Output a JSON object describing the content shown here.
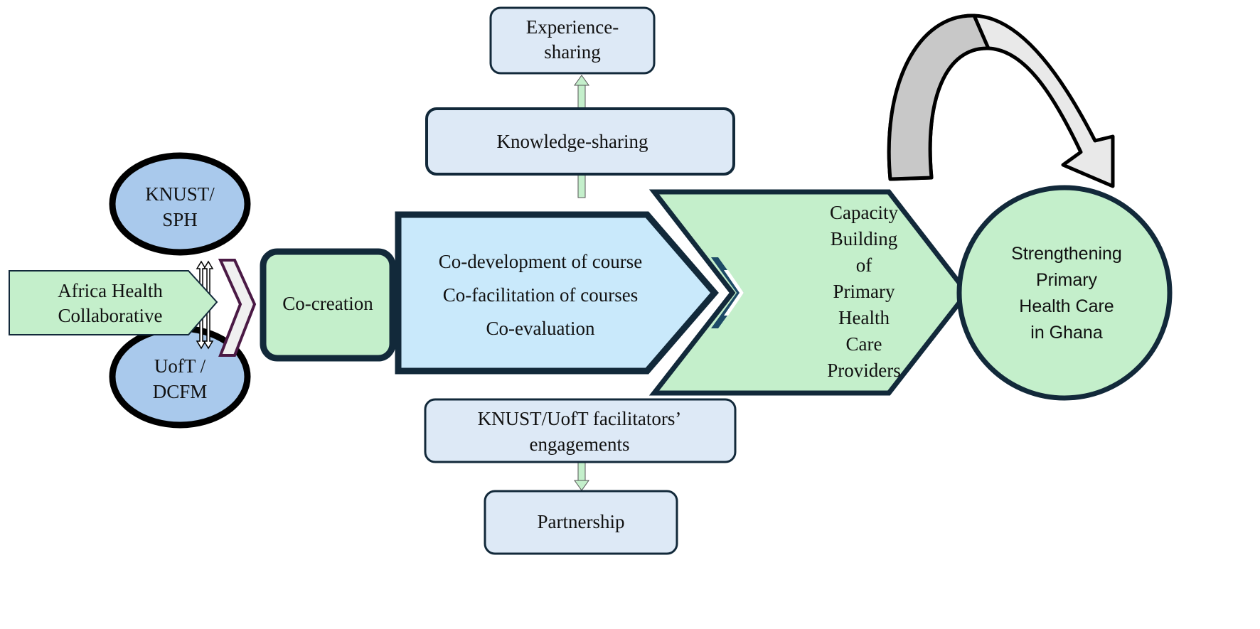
{
  "nodes": {
    "africa_health": [
      "Africa Health",
      "Collaborative"
    ],
    "knust_sph": [
      "KNUST/",
      "SPH"
    ],
    "uoft_dcfm": [
      "UofT /",
      "DCFM"
    ],
    "co_creation": "Co-creation",
    "activities": [
      "Co-development of course",
      "Co-facilitation of courses",
      "Co-evaluation"
    ],
    "capacity_building": [
      "Capacity",
      "Building",
      "of",
      "Primary",
      "Health",
      "Care",
      "Providers"
    ],
    "outcome": [
      "Strengthening",
      "Primary",
      "Health Care",
      "in Ghana"
    ],
    "experience_sharing": [
      "Experience-",
      "sharing"
    ],
    "knowledge_sharing": "Knowledge-sharing",
    "facilitators": [
      "KNUST/UofT facilitators’",
      "engagements"
    ],
    "partnership": "Partnership"
  },
  "colors": {
    "green_fill": "#c4efcb",
    "blue_fill": "#c9e9fb",
    "oval_fill": "#a9c9ec",
    "box_fill": "#dde9f6",
    "outline": "#12293a",
    "chevron_purple": "#4b1a45"
  }
}
